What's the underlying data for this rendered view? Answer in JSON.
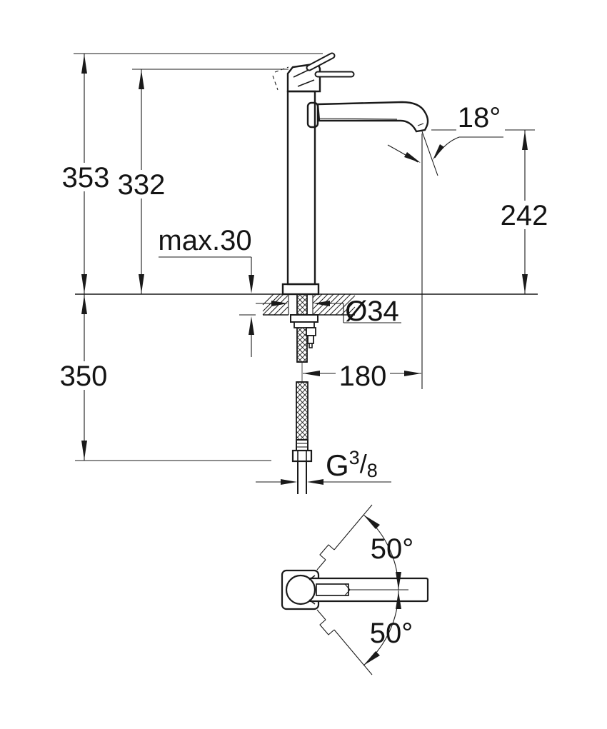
{
  "drawing": {
    "colors": {
      "ink": "#1a1a1a",
      "background": "#ffffff"
    },
    "labels": {
      "overall_height": "353",
      "body_height": "332",
      "max_deck_thickness": "max.30",
      "outlet_height": "242",
      "spout_angle": "18°",
      "hole_diameter": "Ø34",
      "below_deck_length": "350",
      "spout_reach": "180",
      "thread": {
        "prefix": "G",
        "numerator": "3",
        "separator": "/",
        "denominator": "8"
      },
      "handle_swing_upper": "50°",
      "handle_swing_lower": "50°"
    }
  }
}
